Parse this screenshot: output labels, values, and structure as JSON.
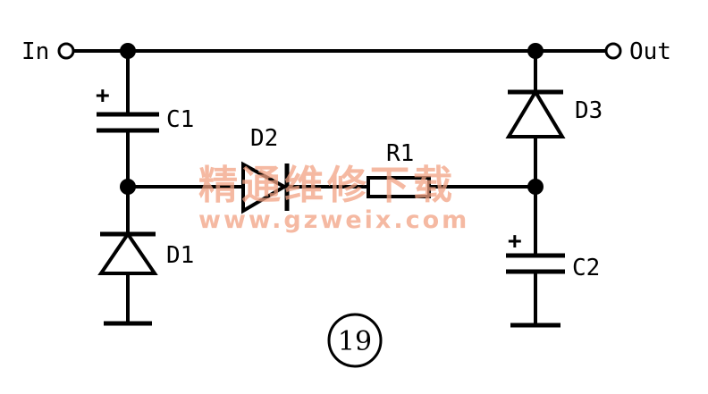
{
  "labels": {
    "in": "In",
    "out": "Out",
    "c1": "C1",
    "c2": "C2",
    "d1": "D1",
    "d2": "D2",
    "d3": "D3",
    "r1": "R1",
    "plus": "+",
    "figure_number": "19"
  },
  "watermark": {
    "chinese": "精通维修下载",
    "url": "www.gzweix.com"
  }
}
